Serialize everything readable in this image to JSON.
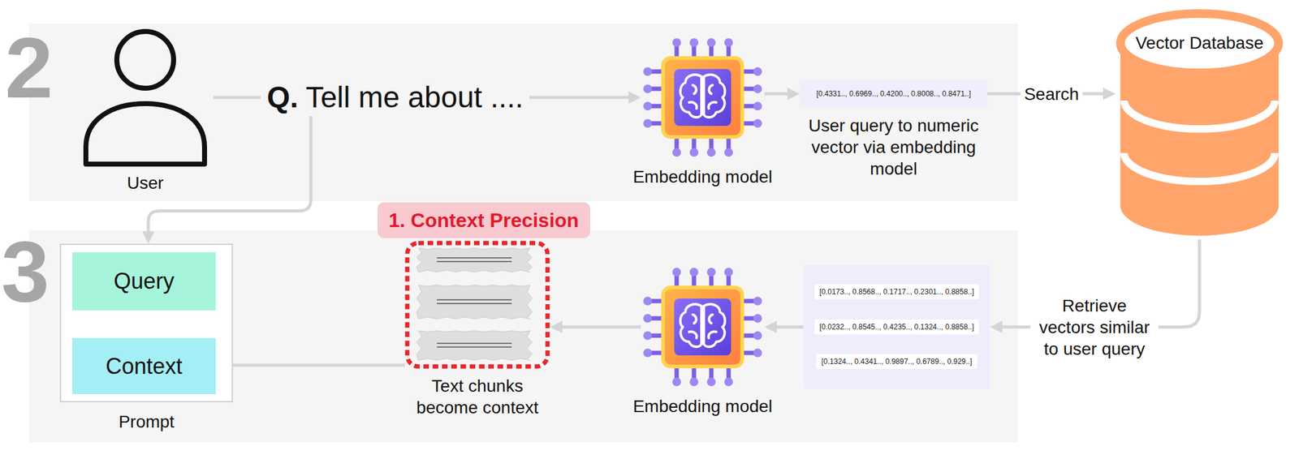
{
  "diagram": {
    "nodes": [
      {
        "text": [
          "User"
        ]
      },
      {
        "text": [
          "Q.",
          "Tell me about ...."
        ]
      },
      {
        "text": [
          "Embedding model"
        ]
      },
      {
        "text": [
          "[0.4331.., 0.6969.., 0.4200.., 0.8008.., 0.8471..]",
          "User query to numeric vector via embedding model"
        ]
      },
      {
        "text": [
          "Vector Database"
        ]
      },
      {
        "text": [
          "[0.0173.., 0.8568.., 0.1717.., 0.2301.., 0.8858..]",
          "[0.0232.., 0.8545.., 0.4235.., 0.1324.., 0.8858..]",
          "[0.1324.., 0.4341.., 0.9897.., 0.6789.., 0.929..]"
        ]
      },
      {
        "text": [
          "Embedding model"
        ]
      },
      {
        "text": [
          "1. Context Precision"
        ]
      },
      {
        "text": [
          "Text chunks become context"
        ]
      },
      {
        "text": [
          "Prompt"
        ]
      },
      {
        "text": [
          "Query"
        ],
        "in": 9
      },
      {
        "text": [
          "Context"
        ],
        "in": 9
      }
    ],
    "edges": [
      {
        "from": 0,
        "to": 1,
        "arrow": "none"
      },
      {
        "from": 1,
        "to": 2,
        "arrow": "to"
      },
      {
        "from": 2,
        "to": 3,
        "arrow": "to"
      },
      {
        "from": 3,
        "to": 4,
        "label": "Search",
        "arrow": "to"
      },
      {
        "from": 4,
        "to": 5,
        "label": "Retrieve vectors similar to user query",
        "arrow": "to"
      },
      {
        "from": 5,
        "to": 6,
        "arrow": "to"
      },
      {
        "from": 6,
        "to": 8,
        "arrow": "to"
      },
      {
        "from": 8,
        "to": 11,
        "arrow": "to"
      },
      {
        "from": 1,
        "to": 9,
        "arrow": "to"
      }
    ],
    "labels": [
      "2",
      "3"
    ]
  }
}
